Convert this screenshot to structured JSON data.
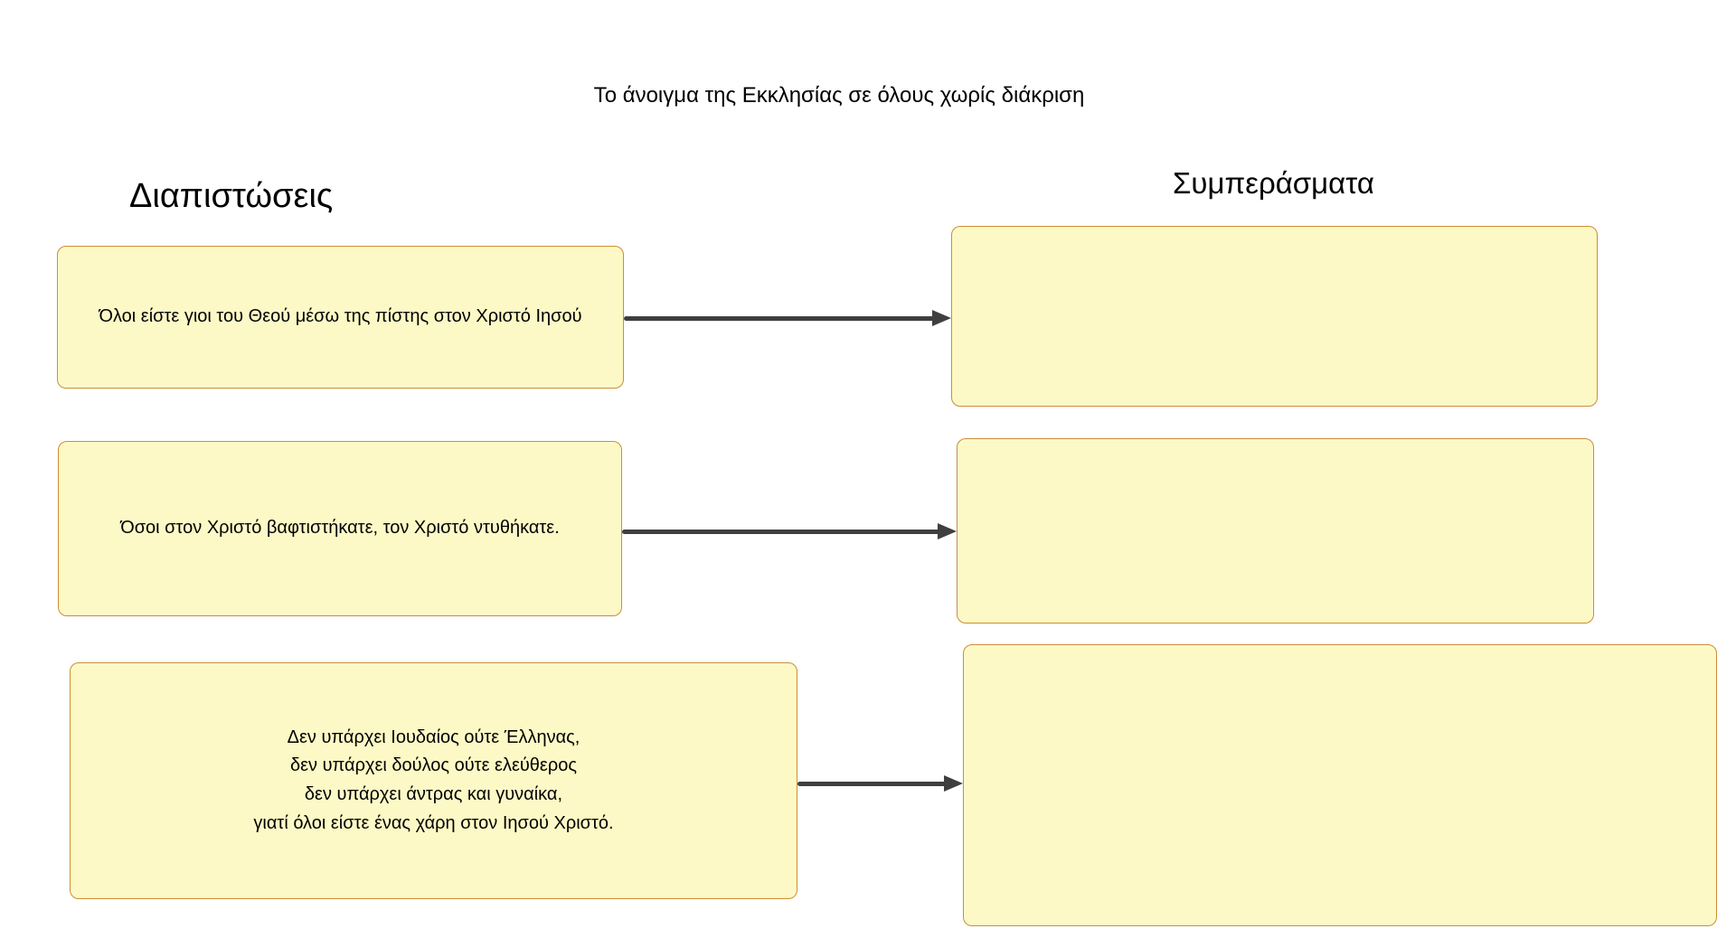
{
  "title": "Το άνοιγμα της Εκκλησίας σε όλους χωρίς διάκριση",
  "left_column": {
    "header": "Διαπιστώσεις"
  },
  "right_column": {
    "header": "Συμπεράσματα"
  },
  "findings": [
    {
      "text": "Όλοι είστε γιοι του Θεού μέσω της πίστης στον Χριστό Ιησού"
    },
    {
      "text": "Όσοι στον Χριστό βαφτιστήκατε, τον Χριστό ντυθήκατε."
    },
    {
      "text": "Δεν υπάρχει Ιουδαίος ούτε Έλληνας,\nδεν υπάρχει δούλος ούτε ελεύθερος\nδεν υπάρχει άντρας και γυναίκα,\nγιατί όλοι είστε ένας χάρη στον Ιησού Χριστό."
    }
  ],
  "conclusions": [
    {
      "text": ""
    },
    {
      "text": ""
    },
    {
      "text": ""
    }
  ],
  "colors": {
    "box_fill": "#FDF9C6",
    "box_border": "#CC8E35",
    "arrow": "#3F3F3F",
    "text": "#000000",
    "background": "#FFFFFF"
  }
}
